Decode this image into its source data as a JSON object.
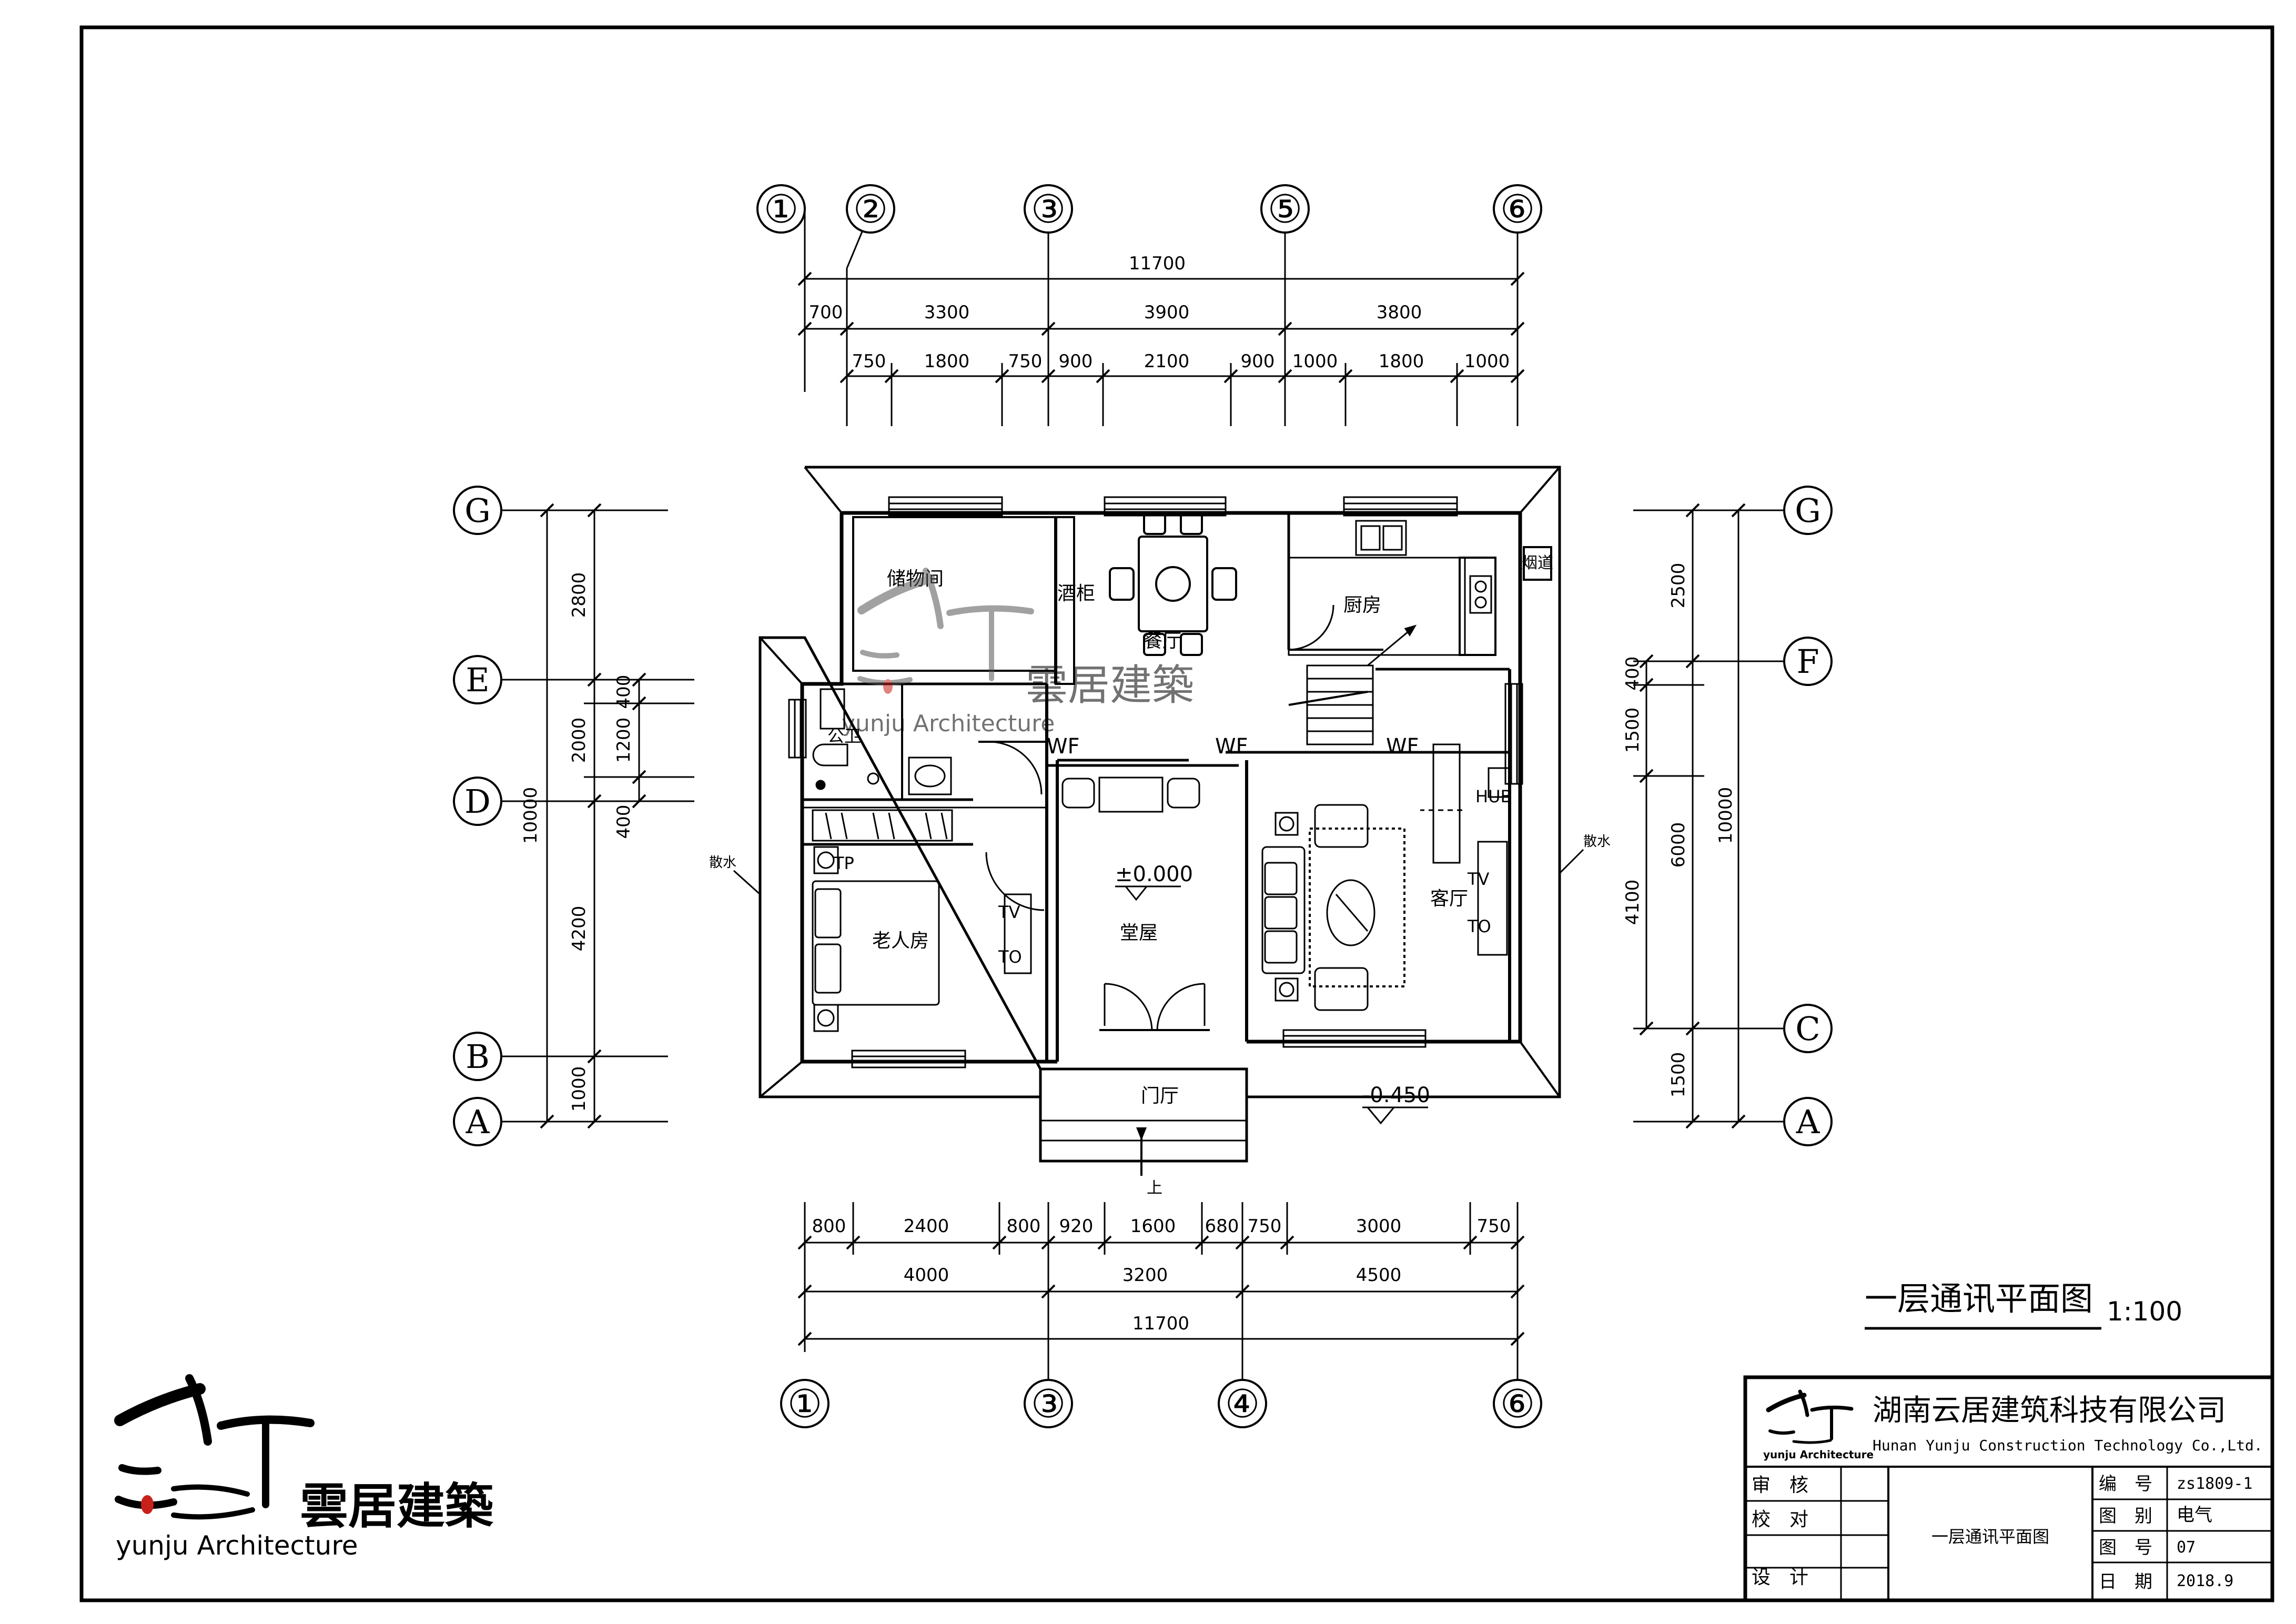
{
  "drawing": {
    "title": "一层通讯平面图",
    "scale": "1:100"
  },
  "axes": {
    "top": [
      "①",
      "②",
      "③",
      "⑤",
      "⑥"
    ],
    "bottom": [
      "①",
      "③",
      "④",
      "⑥"
    ],
    "left": [
      "G",
      "E",
      "D",
      "B",
      "A"
    ],
    "right": [
      "G",
      "F",
      "C",
      "A"
    ]
  },
  "dimensions": {
    "top_total": "11700",
    "top_mid": [
      "700",
      "3300",
      "3900",
      "3800"
    ],
    "top_fine": [
      "750",
      "1800",
      "750",
      "900",
      "2100",
      "900",
      "1000",
      "1800",
      "1000"
    ],
    "bottom_fine": [
      "800",
      "2400",
      "800",
      "920",
      "1600",
      "680",
      "750",
      "3000",
      "750"
    ],
    "bottom_mid": [
      "4000",
      "3200",
      "4500"
    ],
    "bottom_total": "11700",
    "left_total": "10000",
    "left_parts": [
      "2800",
      "2000",
      "4200",
      "1000"
    ],
    "left_inner": [
      "400",
      "1200",
      "400"
    ],
    "right_total": "10000",
    "right_parts": [
      "2500",
      "6000",
      "1500"
    ],
    "right_inner": [
      "400",
      "1500",
      "4100"
    ]
  },
  "rooms": {
    "storage": "储物间",
    "wine_cabinet": "酒柜",
    "dining": "餐厅",
    "kitchen": "厨房",
    "chimney": "烟道",
    "bathroom": "公卫",
    "elder_room": "老人房",
    "hall": "堂屋",
    "living": "客厅",
    "porch": "门厅"
  },
  "elevations": {
    "floor": "±0.000",
    "outdoor": "-0.450"
  },
  "labels": {
    "wf": "WF",
    "tv": "TV",
    "to": "TO",
    "tp": "TP",
    "hub": "HUB",
    "drain": "散水",
    "up": "上"
  },
  "logo": {
    "chinese": "雲居建築",
    "english": "yunju Architecture"
  },
  "title_block": {
    "company_cn": "湖南云居建筑科技有限公司",
    "company_en": "Hunan Yunju Construction Technology Co.,Ltd.",
    "logo_small": "yunju Architecture",
    "review_label": "审　核",
    "check_label": "校　对",
    "design_label": "设　计",
    "drawing_name": "一层通讯平面图",
    "rows": [
      {
        "label": "编　号",
        "value": "zs1809-1"
      },
      {
        "label": "图　别",
        "value": "电气"
      },
      {
        "label": "图　号",
        "value": "07"
      },
      {
        "label": "日　期",
        "value": "2018.9"
      }
    ]
  },
  "colors": {
    "ink": "#000000",
    "logo_gray": "#555555",
    "logo_red": "#c8201a"
  }
}
